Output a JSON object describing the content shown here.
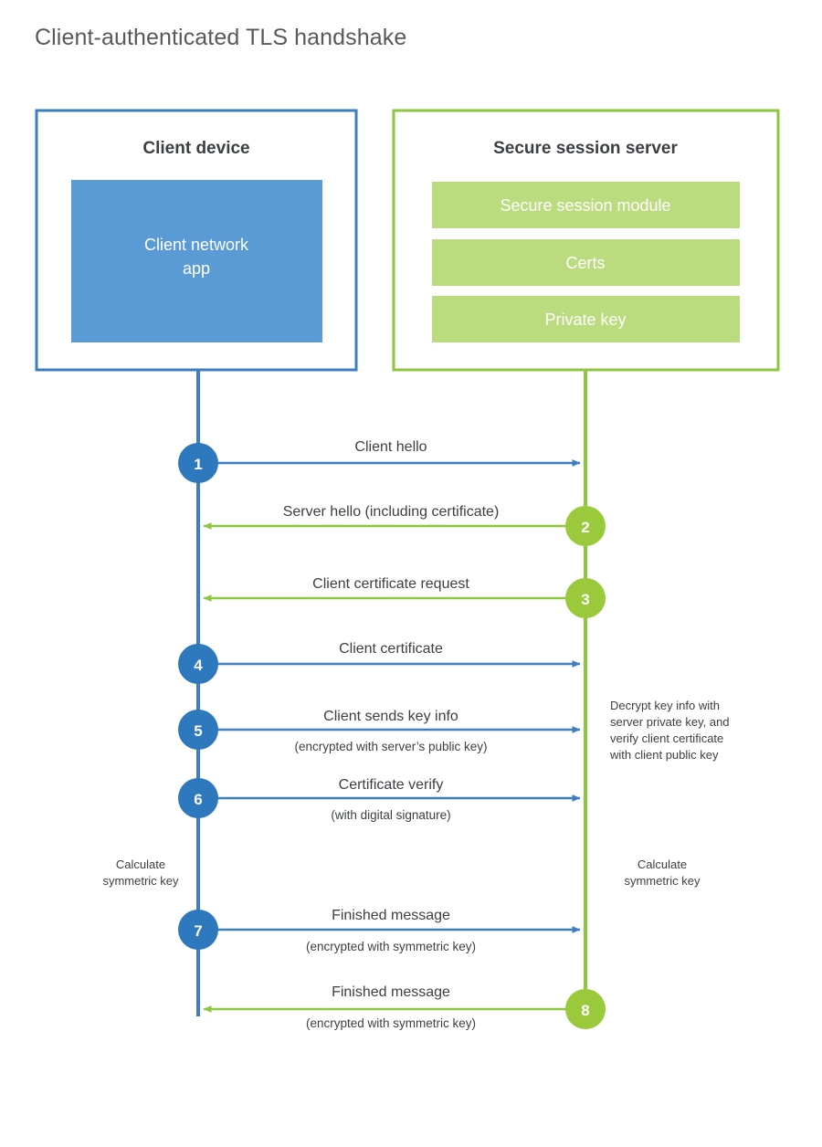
{
  "title": "Client-authenticated TLS handshake",
  "colors": {
    "blue_line": "#3E7DBF",
    "blue_fill": "#5B9BD5",
    "blue_circle": "#2E78BE",
    "green_line": "#8DC63F",
    "green_fill": "#BADC7E",
    "green_circle": "#9ACA3C",
    "text": "#3c4043",
    "title_text": "#58595b"
  },
  "panels": {
    "client": {
      "title": "Client device",
      "inner": [
        {
          "label": "Client network app"
        }
      ]
    },
    "server": {
      "title": "Secure session server",
      "inner": [
        {
          "label": "Secure session module"
        },
        {
          "label": "Certs"
        },
        {
          "label": "Private key"
        }
      ]
    }
  },
  "steps": [
    {
      "num": "1",
      "label": "Client hello",
      "sub": "",
      "direction": "client-to-server"
    },
    {
      "num": "2",
      "label": "Server hello (including certificate)",
      "sub": "",
      "direction": "server-to-client"
    },
    {
      "num": "3",
      "label": "Client certificate request",
      "sub": "",
      "direction": "server-to-client"
    },
    {
      "num": "4",
      "label": "Client certificate",
      "sub": "",
      "direction": "client-to-server"
    },
    {
      "num": "5",
      "label": "Client sends key info",
      "sub": "(encrypted with server’s public key)",
      "direction": "client-to-server"
    },
    {
      "num": "6",
      "label": "Certificate verify",
      "sub": "(with digital signature)",
      "direction": "client-to-server"
    },
    {
      "num": "7",
      "label": "Finished message",
      "sub": "(encrypted with symmetric key)",
      "direction": "client-to-server"
    },
    {
      "num": "8",
      "label": "Finished message",
      "sub": "(encrypted with symmetric key)",
      "direction": "server-to-client"
    }
  ],
  "notes": {
    "server_decrypt": [
      "Decrypt key info with",
      "server private key, and",
      "verify client certificate",
      "with client public key"
    ],
    "client_calc": [
      "Calculate",
      "symmetric key"
    ],
    "server_calc": [
      "Calculate",
      "symmetric key"
    ]
  }
}
